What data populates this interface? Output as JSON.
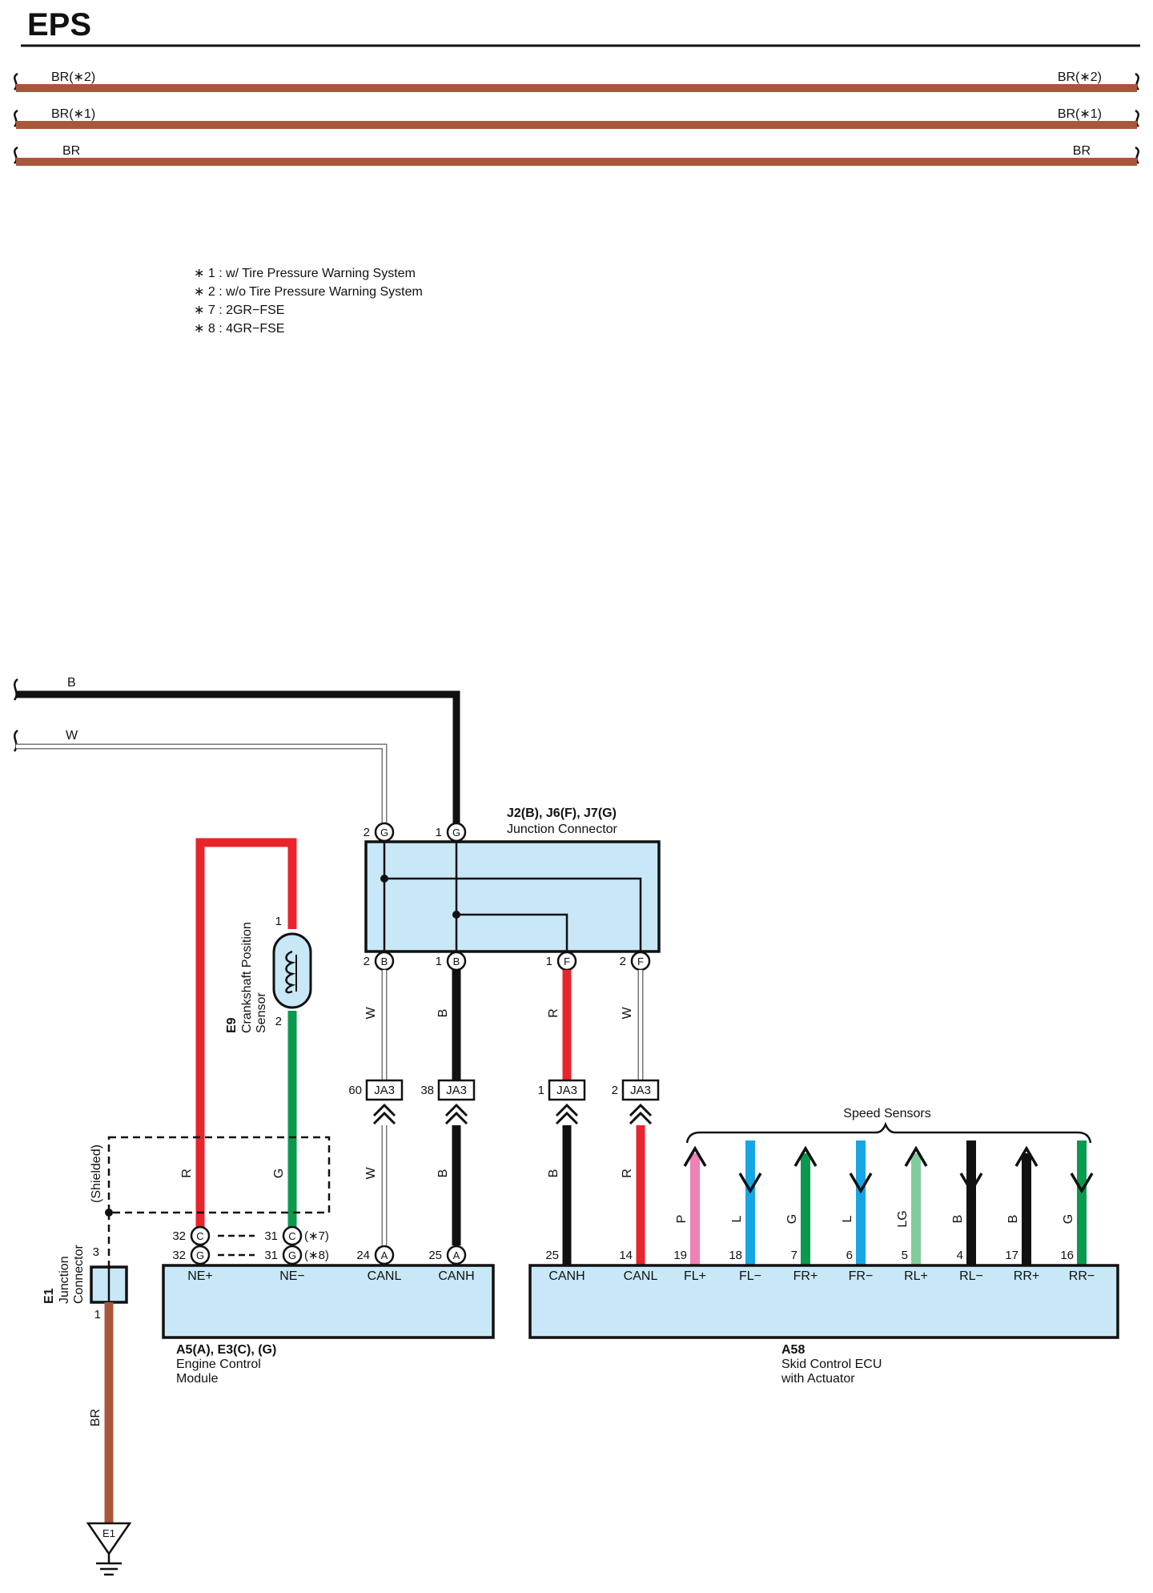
{
  "title": "EPS",
  "colors": {
    "BR": "#a8573a",
    "B": "#111111",
    "W": "#ffffff",
    "R": "#e8242c",
    "G": "#0a9a4e",
    "P": "#ee82b4",
    "L": "#17a6e4",
    "LG": "#82cc9c"
  },
  "top_wires": [
    {
      "left": "BR(∗2)",
      "right": "BR(∗2)"
    },
    {
      "left": "BR(∗1)",
      "right": "BR(∗1)"
    },
    {
      "left": "BR",
      "right": "BR"
    }
  ],
  "notes": [
    "∗ 1 : w/ Tire Pressure Warning System",
    "∗ 2 : w/o Tire Pressure Warning System",
    "∗ 7 : 2GR−FSE",
    "∗ 8 : 4GR−FSE"
  ],
  "wires": {
    "b_in": "B",
    "w_in": "W",
    "r": "R",
    "g": "G",
    "w": "W",
    "b": "B",
    "br": "BR",
    "shielded": "(Shielded)"
  },
  "junction": {
    "code": "J2(B), J6(F), J7(G)",
    "name": "Junction Connector",
    "top_pins": [
      {
        "num": "2",
        "letter": "G"
      },
      {
        "num": "1",
        "letter": "G"
      }
    ],
    "bottom_pins": [
      {
        "num": "2",
        "letter": "B"
      },
      {
        "num": "1",
        "letter": "B"
      },
      {
        "num": "1",
        "letter": "F"
      },
      {
        "num": "2",
        "letter": "F"
      }
    ]
  },
  "sensor": {
    "code": "E9",
    "name_line1": "Crankshaft Position",
    "name_line2": "Sensor",
    "pin1": "1",
    "pin2": "2"
  },
  "ja3": [
    {
      "num": "60",
      "label": "JA3",
      "color": "W"
    },
    {
      "num": "38",
      "label": "JA3",
      "color": "B"
    },
    {
      "num": "1",
      "label": "JA3",
      "color": "R"
    },
    {
      "num": "2",
      "label": "JA3",
      "color": "W"
    }
  ],
  "lower_colors": [
    "W",
    "B",
    "B",
    "R"
  ],
  "ecm": {
    "code": "A5(A), E3(C), (G)",
    "name_line1": "Engine Control",
    "name_line2": "Module",
    "pins": [
      {
        "label": "NE+",
        "row1": {
          "num": "32",
          "letter": "C"
        },
        "row2": {
          "num": "32",
          "letter": "G"
        }
      },
      {
        "label": "NE−",
        "row1": {
          "num": "31",
          "letter": "C",
          "note": "(∗7)"
        },
        "row2": {
          "num": "31",
          "letter": "G",
          "note": "(∗8)"
        }
      },
      {
        "label": "CANL",
        "num": "24",
        "letter": "A"
      },
      {
        "label": "CANH",
        "num": "25",
        "letter": "A"
      }
    ]
  },
  "junction_e1": {
    "code": "E1",
    "name_line1": "Junction",
    "name_line2": "Connector",
    "pin_top": "3",
    "pin_bottom": "1"
  },
  "ground": {
    "label": "E1"
  },
  "skid": {
    "code": "A58",
    "name_line1": "Skid Control ECU",
    "name_line2": "with Actuator",
    "speed_sensors_label": "Speed Sensors",
    "pins": [
      {
        "label": "CANH",
        "num": "25"
      },
      {
        "label": "CANL",
        "num": "14"
      },
      {
        "label": "FL+",
        "num": "19",
        "color": "P",
        "dir": "up"
      },
      {
        "label": "FL−",
        "num": "18",
        "color": "L",
        "dir": "down"
      },
      {
        "label": "FR+",
        "num": "7",
        "color": "G",
        "dir": "up"
      },
      {
        "label": "FR−",
        "num": "6",
        "color": "L",
        "dir": "down"
      },
      {
        "label": "RL+",
        "num": "5",
        "color": "LG",
        "dir": "up"
      },
      {
        "label": "RL−",
        "num": "4",
        "color": "B",
        "dir": "down"
      },
      {
        "label": "RR+",
        "num": "17",
        "color": "B",
        "dir": "up"
      },
      {
        "label": "RR−",
        "num": "16",
        "color": "G",
        "dir": "down"
      }
    ]
  }
}
